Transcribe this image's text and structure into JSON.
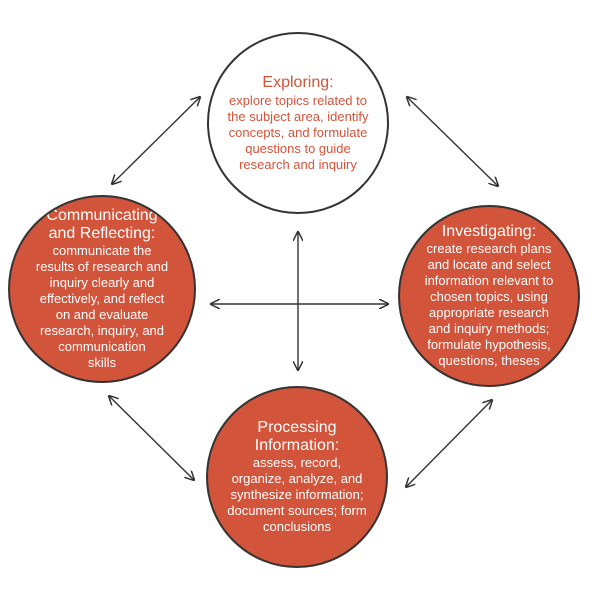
{
  "diagram": {
    "colors": {
      "accent": "#d2543b",
      "stroke": "#333333",
      "background": "#ffffff"
    },
    "nodes": {
      "exploring": {
        "title": "Exploring:",
        "body_lines": [
          "explore topics related to",
          "the subject area, identify",
          "concepts, and formulate",
          "questions to guide",
          "research and inquiry"
        ]
      },
      "investigating": {
        "title": "Investigating:",
        "body_lines": [
          "create research plans",
          "and locate and select",
          "information relevant to",
          "chosen topics, using",
          "appropriate research",
          "and inquiry methods;",
          "formulate hypothesis,",
          "questions, theses"
        ]
      },
      "communicating": {
        "title_lines": [
          "Communicating",
          "and Reflecting:"
        ],
        "body_lines": [
          "communicate the",
          "results of research and",
          "inquiry clearly and",
          "effectively, and reflect",
          "on and evaluate",
          "research, inquiry, and",
          "communication",
          "skills"
        ]
      },
      "processing": {
        "title_lines": [
          "Processing",
          "Information:"
        ],
        "body_lines": [
          "assess, record,",
          "organize, analyze, and",
          "synthesize information;",
          "document sources; form",
          "conclusions"
        ]
      }
    }
  }
}
